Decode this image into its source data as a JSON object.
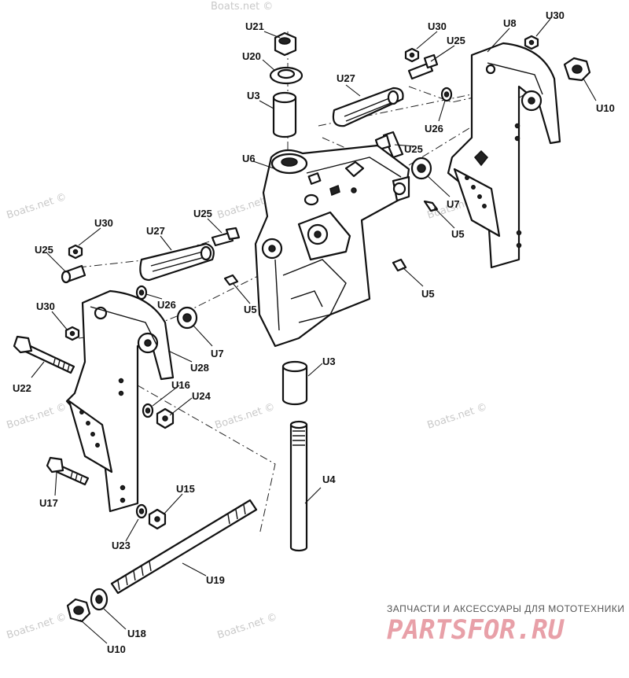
{
  "watermark": "Boats.net ©",
  "footer": {
    "tagline": "ЗАПЧАСТИ И АКСЕССУАРЫ ДЛЯ МОТОТЕХНИКИ",
    "brand_logo": "PARTSFOR.RU"
  },
  "labels": {
    "u21": "U21",
    "u20": "U20",
    "u3_top": "U3",
    "u27_top": "U27",
    "u30_top1": "U30",
    "u25_top1": "U25",
    "u8": "U8",
    "u30_top2": "U30",
    "u10_top": "U10",
    "u26_top": "U26",
    "u25_top2": "U25",
    "u6": "U6",
    "u7_right": "U7",
    "u5_right1": "U5",
    "u5_right2": "U5",
    "u30_left": "U30",
    "u25_left1": "U25",
    "u27_left": "U27",
    "u25_left2": "U25",
    "u5_mid": "U5",
    "u26_left": "U26",
    "u7_left": "U7",
    "u30_left2": "U30",
    "u28": "U28",
    "u22": "U22",
    "u16": "U16",
    "u24": "U24",
    "u3_mid": "U3",
    "u4": "U4",
    "u17": "U17",
    "u15": "U15",
    "u23": "U23",
    "u19": "U19",
    "u18": "U18",
    "u10_bottom": "U10"
  }
}
